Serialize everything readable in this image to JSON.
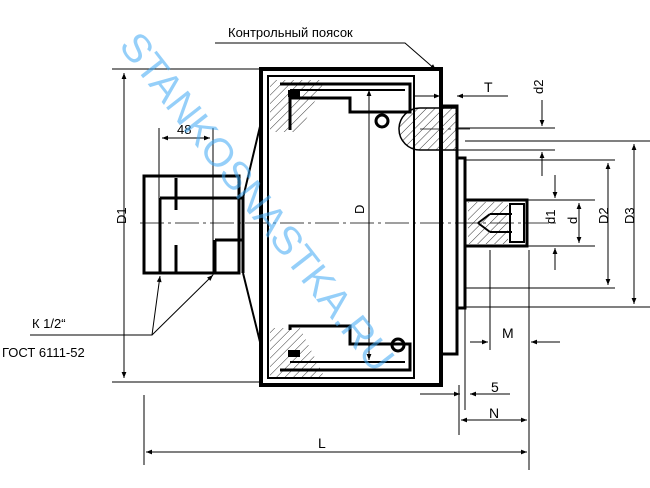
{
  "drawing": {
    "callout_label": "Контрольный поясок",
    "thread_label_line1": "К 1/2“",
    "thread_label_line2": "ГОСТ 6111-52",
    "watermark": "STANKOSNASTKA.RU",
    "dimensions": {
      "d48": "48",
      "D1": "D1",
      "D": "D",
      "T": "T",
      "d2": "d2",
      "d1": "d1",
      "d": "d",
      "D2": "D2",
      "D3": "D3",
      "M": "M",
      "five": "5",
      "N": "N",
      "L": "L"
    }
  }
}
